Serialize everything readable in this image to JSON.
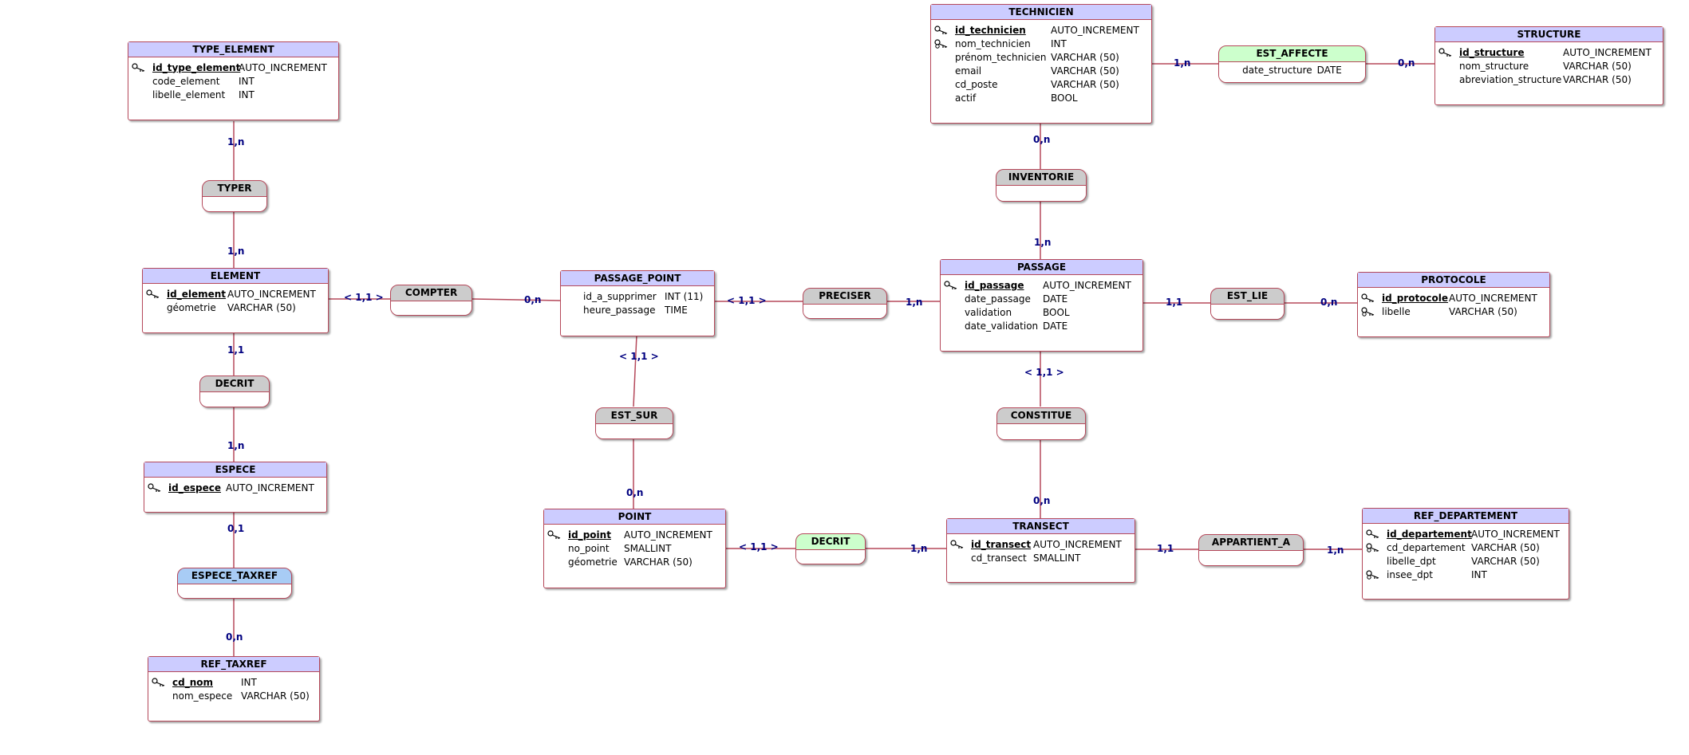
{
  "entities": {
    "type_element": {
      "name": "TYPE_ELEMENT",
      "attributes": [
        {
          "name": "id_type_element",
          "type": "AUTO_INCREMENT",
          "pk": true,
          "icon": "key-icon"
        },
        {
          "name": "code_element",
          "type": "INT"
        },
        {
          "name": "libelle_element",
          "type": "INT"
        }
      ]
    },
    "element": {
      "name": "ELEMENT",
      "attributes": [
        {
          "name": "id_element",
          "type": "AUTO_INCREMENT",
          "pk": true,
          "icon": "key-icon"
        },
        {
          "name": "géometrie",
          "type": "VARCHAR (50)"
        }
      ]
    },
    "espece": {
      "name": "ESPECE",
      "attributes": [
        {
          "name": "id_espece",
          "type": "AUTO_INCREMENT",
          "pk": true,
          "icon": "key-icon"
        }
      ]
    },
    "ref_taxref": {
      "name": "REF_TAXREF",
      "attributes": [
        {
          "name": "cd_nom",
          "type": "INT",
          "pk": true,
          "icon": "key-icon"
        },
        {
          "name": "nom_espece",
          "type": "VARCHAR (50)"
        }
      ]
    },
    "passage_point": {
      "name": "PASSAGE_POINT",
      "attributes": [
        {
          "name": "id_a_supprimer",
          "type": "INT (11)"
        },
        {
          "name": "heure_passage",
          "type": "TIME"
        }
      ]
    },
    "point": {
      "name": "POINT",
      "attributes": [
        {
          "name": "id_point",
          "type": "AUTO_INCREMENT",
          "pk": true,
          "icon": "key-icon"
        },
        {
          "name": "no_point",
          "type": "SMALLINT"
        },
        {
          "name": "géometrie",
          "type": "VARCHAR (50)"
        }
      ]
    },
    "technicien": {
      "name": "TECHNICIEN",
      "attributes": [
        {
          "name": "id_technicien",
          "type": "AUTO_INCREMENT",
          "pk": true,
          "icon": "key-icon"
        },
        {
          "name": "nom_technicien",
          "type": "INT",
          "icon": "unique-key-icon"
        },
        {
          "name": "prénom_technicien",
          "type": "VARCHAR (50)"
        },
        {
          "name": "email",
          "type": "VARCHAR (50)"
        },
        {
          "name": "cd_poste",
          "type": "VARCHAR (50)"
        },
        {
          "name": "actif",
          "type": "BOOL"
        }
      ]
    },
    "passage": {
      "name": "PASSAGE",
      "attributes": [
        {
          "name": "id_passage",
          "type": "AUTO_INCREMENT",
          "pk": true,
          "icon": "key-icon"
        },
        {
          "name": "date_passage",
          "type": "DATE"
        },
        {
          "name": "validation",
          "type": "BOOL"
        },
        {
          "name": "date_validation",
          "type": "DATE"
        }
      ]
    },
    "transect": {
      "name": "TRANSECT",
      "attributes": [
        {
          "name": "id_transect",
          "type": "AUTO_INCREMENT",
          "pk": true,
          "icon": "key-icon"
        },
        {
          "name": "cd_transect",
          "type": "SMALLINT"
        }
      ]
    },
    "structure": {
      "name": "STRUCTURE",
      "attributes": [
        {
          "name": "id_structure",
          "type": "AUTO_INCREMENT",
          "pk": true,
          "icon": "key-icon"
        },
        {
          "name": "nom_structure",
          "type": "VARCHAR (50)"
        },
        {
          "name": "abreviation_structure",
          "type": "VARCHAR (50)"
        }
      ]
    },
    "protocole": {
      "name": "PROTOCOLE",
      "attributes": [
        {
          "name": "id_protocole",
          "type": "AUTO_INCREMENT",
          "pk": true,
          "icon": "key-icon"
        },
        {
          "name": "libelle",
          "type": "VARCHAR (50)",
          "icon": "unique-key-icon"
        }
      ]
    },
    "ref_departement": {
      "name": "REF_DEPARTEMENT",
      "attributes": [
        {
          "name": "id_departement",
          "type": "AUTO_INCREMENT",
          "pk": true,
          "icon": "key-icon"
        },
        {
          "name": "cd_departement",
          "type": "VARCHAR (50)",
          "icon": "unique-key-icon"
        },
        {
          "name": "libelle_dpt",
          "type": "VARCHAR (50)"
        },
        {
          "name": "insee_dpt",
          "type": "INT",
          "icon": "unique-key-icon"
        }
      ]
    }
  },
  "relations": {
    "typer": {
      "name": "TYPER",
      "color": "#cccccc"
    },
    "decrit_left": {
      "name": "DECRIT",
      "color": "#cccccc"
    },
    "espece_taxref": {
      "name": "ESPECE_TAXREF",
      "color": "#a8ccf5"
    },
    "compter": {
      "name": "COMPTER",
      "color": "#cccccc"
    },
    "preciser": {
      "name": "PRECISER",
      "color": "#cccccc"
    },
    "est_sur": {
      "name": "EST_SUR",
      "color": "#cccccc"
    },
    "decrit_right": {
      "name": "DECRIT",
      "color": "#ccffcc"
    },
    "inventorie": {
      "name": "INVENTORIE",
      "color": "#cccccc"
    },
    "constitue": {
      "name": "CONSTITUE",
      "color": "#cccccc"
    },
    "est_affecte": {
      "name": "EST_AFFECTE",
      "color": "#ccffcc",
      "attributes": [
        {
          "name": "date_structure",
          "type": "DATE"
        }
      ]
    },
    "est_lie": {
      "name": "EST_LIE",
      "color": "#cccccc"
    },
    "appartient_a": {
      "name": "APPARTIENT_A",
      "color": "#cccccc"
    }
  },
  "cardinalities": {
    "type_element_typer": "1,n",
    "element_typer": "1,n",
    "element_decrit": "1,1",
    "espece_decrit": "1,n",
    "espece_taxref_espece": "0,1",
    "espece_taxref_ref": "0,n",
    "element_compter": "< 1,1 >",
    "passage_point_compter": "0,n",
    "passage_point_preciser": "< 1,1 >",
    "passage_preciser": "1,n",
    "passage_point_est_sur": "< 1,1 >",
    "point_est_sur": "0,n",
    "point_decrit": "< 1,1 >",
    "transect_decrit": "1,n",
    "technicien_inventorie": "0,n",
    "passage_inventorie": "1,n",
    "passage_constitue": "< 1,1 >",
    "transect_constitue": "0,n",
    "technicien_est_affecte": "1,n",
    "structure_est_affecte": "0,n",
    "passage_est_lie": "1,1",
    "protocole_est_lie": "0,n",
    "transect_appartient": "1,1",
    "ref_departement_appartient": "1,n"
  },
  "colors": {
    "entity_header": "#ccccff",
    "border": "#b5485a",
    "cardinality": "#000080"
  }
}
